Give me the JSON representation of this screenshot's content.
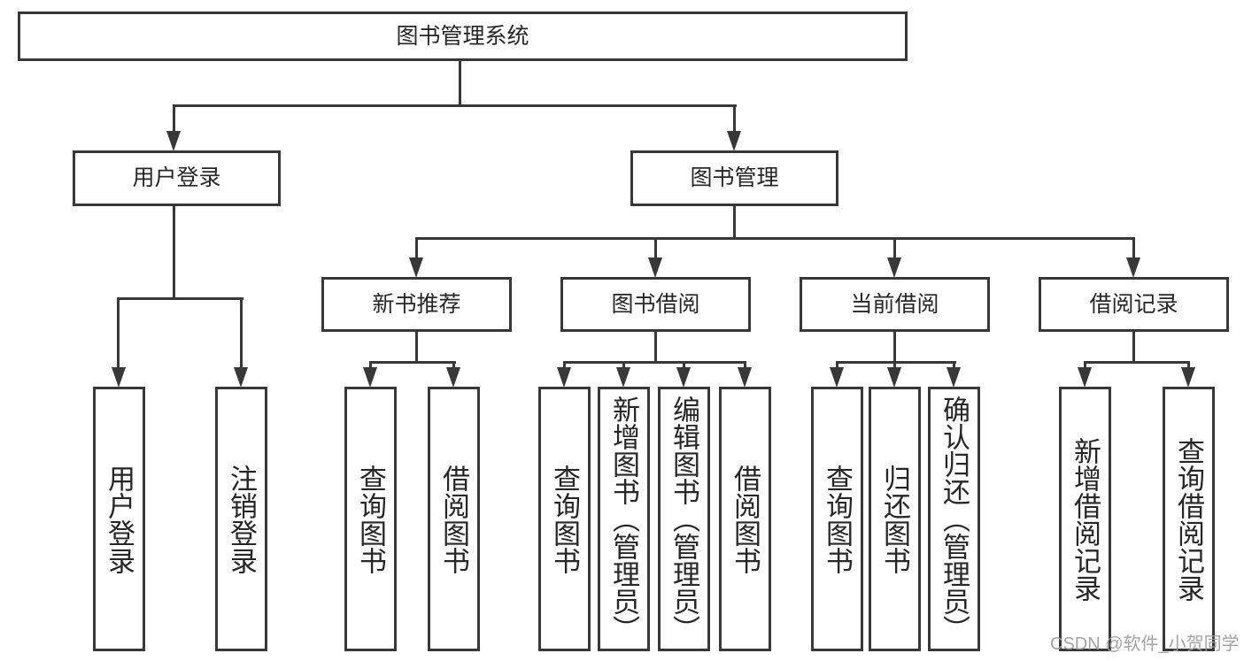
{
  "tree": {
    "root": {
      "label": "图书管理系统"
    },
    "branches": [
      {
        "label": "用户登录",
        "leaves": [
          {
            "label": "用户登录"
          },
          {
            "label": "注销登录"
          }
        ]
      },
      {
        "label": "图书管理",
        "sections": [
          {
            "label": "新书推荐",
            "leaves": [
              {
                "label": "查询图书"
              },
              {
                "label": "借阅图书"
              }
            ]
          },
          {
            "label": "图书借阅",
            "leaves": [
              {
                "label": "查询图书"
              },
              {
                "label": "新增图书（管理员）"
              },
              {
                "label": "编辑图书（管理员）"
              },
              {
                "label": "借阅图书"
              }
            ]
          },
          {
            "label": "当前借阅",
            "leaves": [
              {
                "label": "查询图书"
              },
              {
                "label": "归还图书"
              },
              {
                "label": "确认归还（管理员）"
              }
            ]
          },
          {
            "label": "借阅记录",
            "leaves": [
              {
                "label": "新增借阅记录"
              },
              {
                "label": "查询借阅记录"
              }
            ]
          }
        ]
      }
    ]
  },
  "watermark": {
    "text": "CSDN @软件_小贺同学"
  },
  "colors": {
    "line": "#383838",
    "text": "#262626",
    "background": "#ffffff",
    "watermark": "#9c9c9c"
  }
}
